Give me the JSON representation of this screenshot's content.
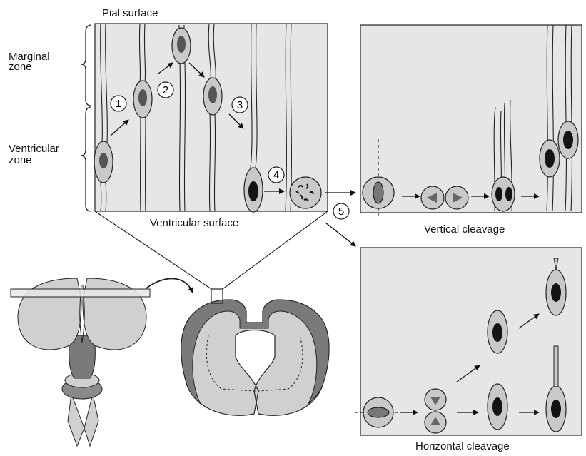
{
  "labels": {
    "pial_surface": "Pial surface",
    "marginal_zone_line1": "Marginal",
    "marginal_zone_line2": "zone",
    "ventricular_zone_line1": "Ventricular",
    "ventricular_zone_line2": "zone",
    "ventricular_surface": "Ventricular surface",
    "vertical_cleavage": "Vertical cleavage",
    "horizontal_cleavage": "Horizontal cleavage"
  },
  "steps": [
    "1",
    "2",
    "3",
    "4",
    "5"
  ],
  "colors": {
    "panel_fill": "#e6e6e6",
    "cell_fill": "#c9c9c9",
    "nucleus_fill": "#141414",
    "brain_light": "#d0d0d0",
    "brain_dark": "#7a7a7a",
    "outline": "#222222"
  }
}
